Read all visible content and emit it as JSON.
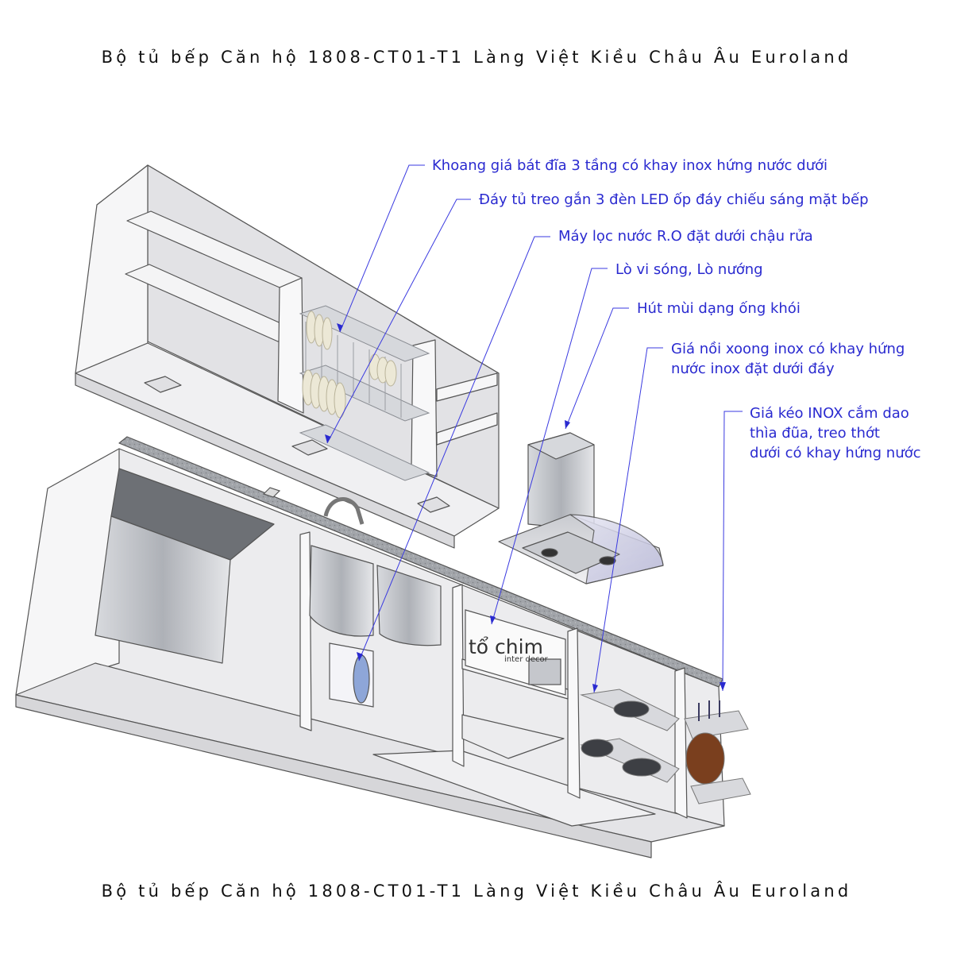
{
  "title": "Bộ tủ bếp Căn hộ 1808-CT01-T1 Làng Việt Kiều Châu Âu Euroland",
  "watermark": {
    "main": "tổ chim",
    "sub": "inter decor"
  },
  "callouts": [
    {
      "lines": [
        "Khoang giá bát đĩa 3 tầng có khay inox hứng nước dưới"
      ]
    },
    {
      "lines": [
        "Đáy tủ treo gắn 3 đèn LED ốp đáy chiếu sáng mặt bếp"
      ]
    },
    {
      "lines": [
        "Máy lọc nước R.O đặt dưới chậu rửa"
      ]
    },
    {
      "lines": [
        "Lò vi sóng, Lò nướng"
      ]
    },
    {
      "lines": [
        "Hút mùi dạng ống khói"
      ]
    },
    {
      "lines": [
        "Giá nồi xoong inox có khay hứng",
        "nước inox đặt dưới đáy"
      ]
    },
    {
      "lines": [
        "Giá kéo INOX cắm dao",
        "thìa đũa, treo thớt",
        "dưới có khay hứng nước"
      ]
    }
  ],
  "colors": {
    "callout": "#2a2ad0",
    "leader": "#3a3ae0",
    "cabinet_face": "#f2f2f4",
    "cabinet_edge": "#555555",
    "shadow": "#d2d2d6",
    "steel": "#bfc2c8",
    "countertop": "#9a9da3"
  }
}
